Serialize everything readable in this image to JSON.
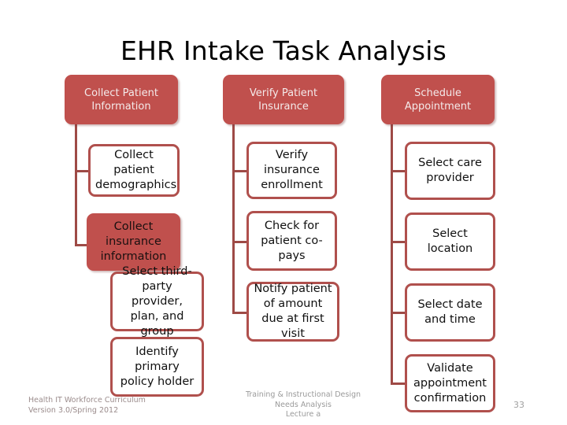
{
  "slide": {
    "title": "EHR Intake Task Analysis",
    "page_number": "33",
    "accent_color": "#C0504D",
    "connector_color": "#9E4A46",
    "background_color": "#FFFFFF"
  },
  "columns": [
    {
      "header": "Collect Patient Information",
      "children": [
        {
          "label": "Collect patient demographics",
          "style": "outline"
        },
        {
          "label": "Collect insurance information",
          "style": "filled"
        },
        {
          "label": "Select third-party provider, plan, and group",
          "style": "outline"
        },
        {
          "label": "Identify primary policy holder",
          "style": "outline"
        }
      ]
    },
    {
      "header": "Verify Patient Insurance",
      "children": [
        {
          "label": "Verify insurance enrollment",
          "style": "outline"
        },
        {
          "label": "Check for patient co-pays",
          "style": "outline"
        },
        {
          "label": "Notify patient of amount due at first visit",
          "style": "outline"
        }
      ]
    },
    {
      "header": "Schedule Appointment",
      "children": [
        {
          "label": "Select care provider",
          "style": "outline"
        },
        {
          "label": "Select location",
          "style": "outline"
        },
        {
          "label": "Select date and time",
          "style": "outline"
        },
        {
          "label": "Validate appointment confirmation",
          "style": "outline"
        }
      ]
    }
  ],
  "footer": {
    "left_line1": "Health IT Workforce Curriculum",
    "left_line2": "Version 3.0/Spring 2012",
    "center_line1": "Training & Instructional Design",
    "center_line2": "Needs Analysis",
    "center_line3": "Lecture a"
  }
}
